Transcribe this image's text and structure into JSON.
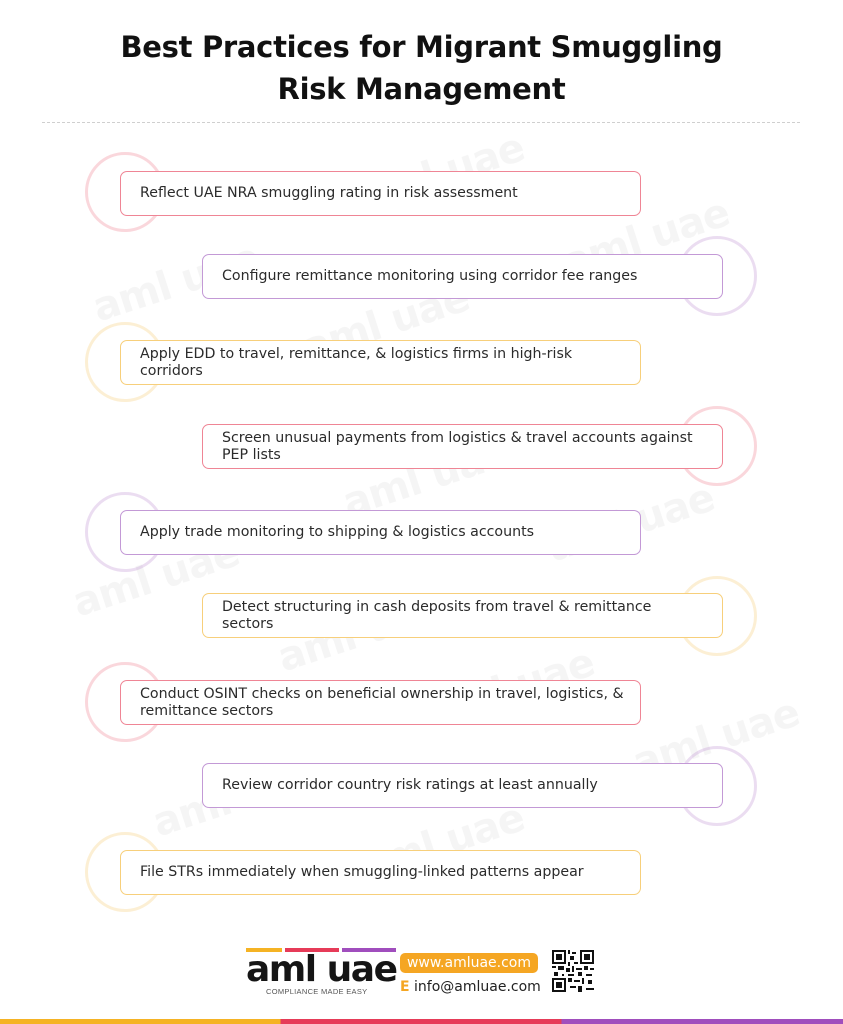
{
  "title": {
    "line1": "Best Practices for Migrant Smuggling",
    "line2": "Risk Management"
  },
  "colors": {
    "red": "#ef8595",
    "purple": "#c399d6",
    "yellow": "#f7cf7b",
    "orange_accent": "#f5a623"
  },
  "items": [
    {
      "text": "Reflect UAE NRA smuggling rating in risk assessment",
      "color": "red"
    },
    {
      "text": "Configure remittance monitoring using corridor fee ranges",
      "color": "purple"
    },
    {
      "text": "Apply EDD to travel, remittance, & logistics firms in high-risk corridors",
      "color": "yellow"
    },
    {
      "text": "Screen unusual payments from logistics & travel accounts against PEP lists",
      "color": "red"
    },
    {
      "text": "Apply trade monitoring to shipping & logistics accounts",
      "color": "purple"
    },
    {
      "text": "Detect structuring in cash deposits from travel & remittance sectors",
      "color": "yellow"
    },
    {
      "text": "Conduct OSINT checks on beneficial ownership in travel, logistics, & remittance sectors",
      "color": "red"
    },
    {
      "text": "Review corridor country risk ratings at least annually",
      "color": "purple"
    },
    {
      "text": "File STRs immediately when smuggling-linked patterns appear",
      "color": "yellow"
    }
  ],
  "footer": {
    "logo_text": "aml uae",
    "logo_tagline": "COMPLIANCE MADE EASY",
    "website": "www.amluae.com",
    "email_label": "E",
    "email": "info@amluae.com",
    "qr_icon": "qr-code-icon"
  }
}
